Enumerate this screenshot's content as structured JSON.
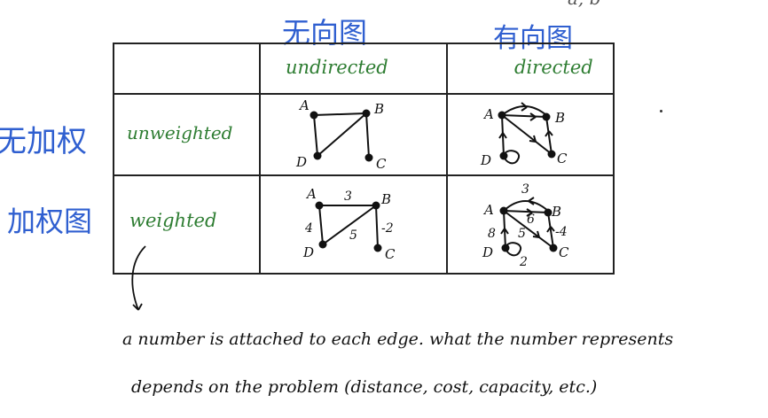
{
  "top_clip": "a, b",
  "headings": {
    "undirected_cn": "无向图",
    "directed_cn": "有向图",
    "unweighted_cn": "无加权",
    "weighted_cn": "加权图"
  },
  "table": {
    "col_undirected": "undirected",
    "col_directed": "directed",
    "row_unweighted": "unweighted",
    "row_weighted": "weighted"
  },
  "nodes": {
    "a": "A",
    "b": "B",
    "c": "C",
    "d": "D"
  },
  "weights": {
    "undirected": {
      "ab": "3",
      "ad": "4",
      "db": "5",
      "bc": "-2"
    },
    "directed": {
      "ba": "3",
      "ab": "6",
      "ac": "5",
      "da": "8",
      "bc": "-4",
      "dd": "2"
    }
  },
  "note": {
    "line1": "a number is attached to each edge. what the number represents",
    "line2": "depends on the problem (distance, cost, capacity, etc.)"
  },
  "colors": {
    "blue": "#2f5fd0",
    "green": "#2e7d32",
    "ink": "#111111"
  }
}
